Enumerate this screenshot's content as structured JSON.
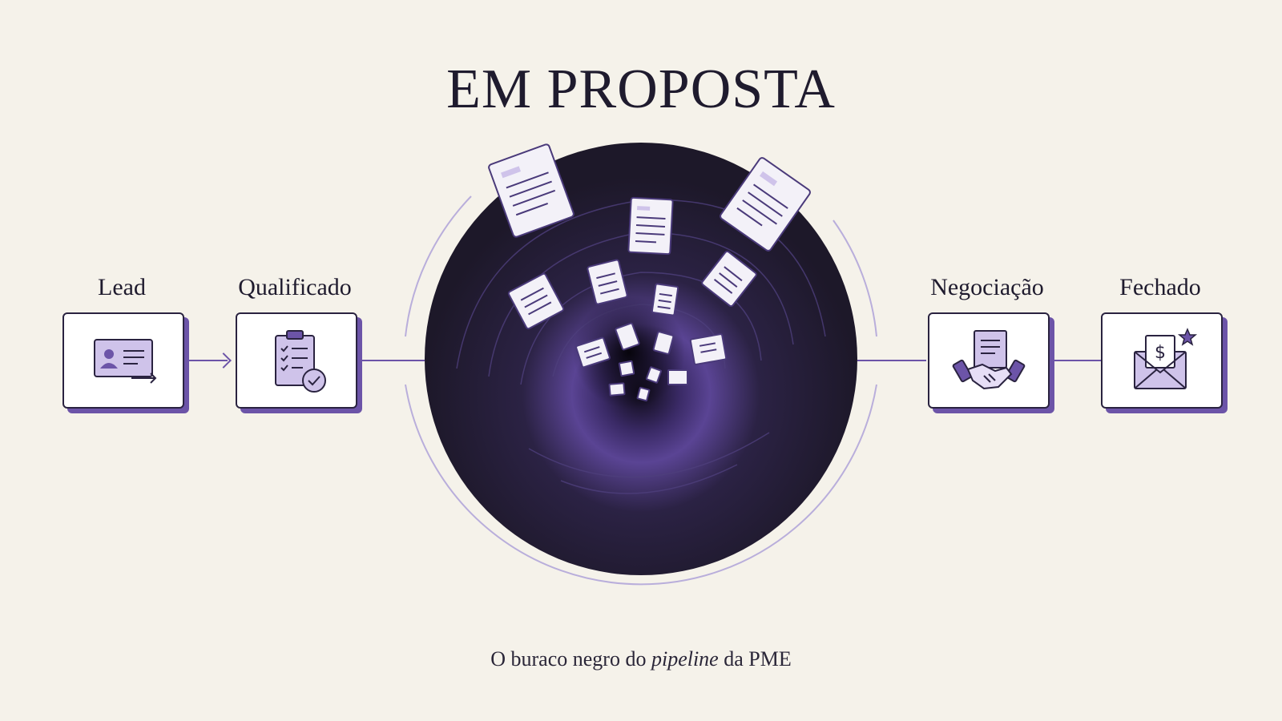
{
  "title": "EM PROPOSTA",
  "stages": {
    "lead": {
      "label": "Lead",
      "icon": "id-card-arrow-icon"
    },
    "qualificado": {
      "label": "Qualificado",
      "icon": "clipboard-check-icon"
    },
    "negociacao": {
      "label": "Negociação",
      "icon": "handshake-document-icon"
    },
    "fechado": {
      "label": "Fechado",
      "icon": "envelope-dollar-star-icon"
    }
  },
  "center": {
    "icon": "black-hole-documents-icon"
  },
  "caption": {
    "before": "O buraco negro do",
    "emphasis": "pipeline",
    "after": "da PME"
  },
  "colors": {
    "background": "#f5f2ea",
    "accent": "#6c54a8",
    "hole": "#1f1a2e",
    "ink": "#1f1b2e",
    "icon_fill": "#cfc3ea"
  }
}
